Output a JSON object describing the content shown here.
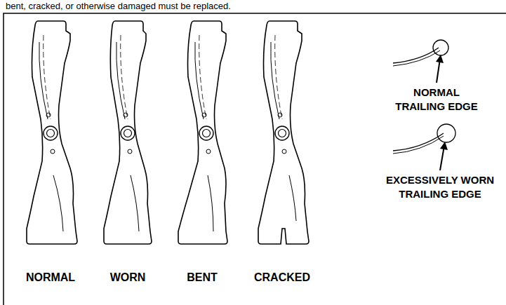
{
  "diagram": {
    "labels": [
      "bent, cracked, or otherwise damaged must be replaced.",
      "NORMAL",
      "WORN",
      "BENT",
      "CRACKED",
      "NORMAL TRAILING EDGE",
      "EXCESSIVELY WORN TRAILING EDGE"
    ]
  }
}
